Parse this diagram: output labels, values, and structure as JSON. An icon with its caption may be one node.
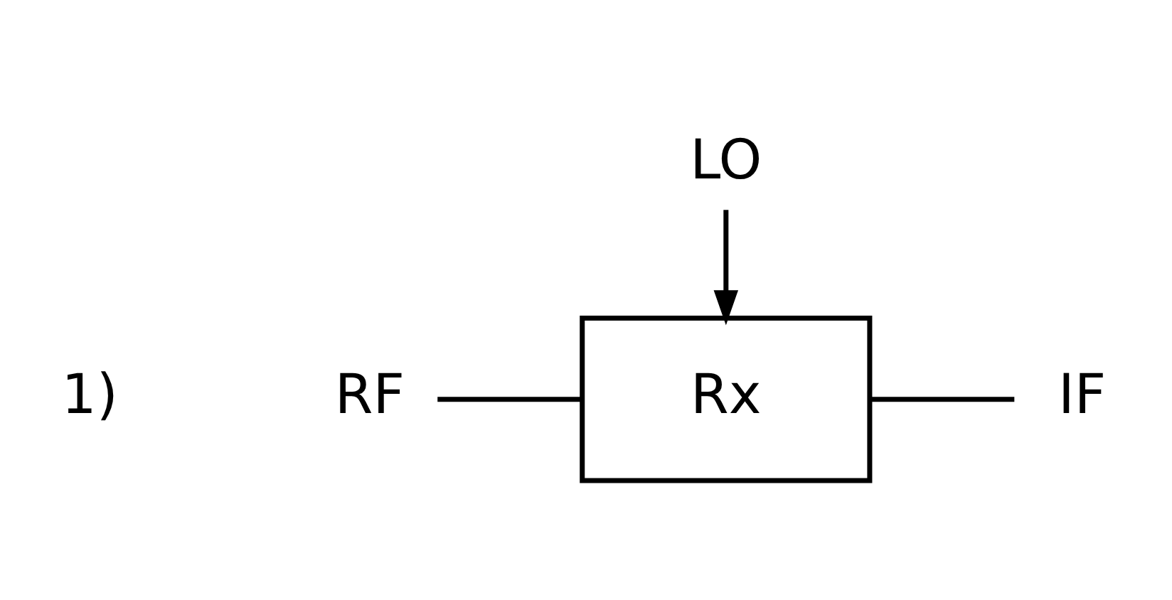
{
  "diagram": {
    "nodes": [
      {
        "text": [
          "RF"
        ]
      },
      {
        "text": [
          "Rx"
        ]
      },
      {
        "text": [
          "IF"
        ]
      },
      {
        "text": [
          "LO"
        ]
      }
    ],
    "edges": [
      {
        "from": 0,
        "to": 1,
        "arrow": "none"
      },
      {
        "from": 1,
        "to": 2,
        "arrow": "none"
      },
      {
        "from": 3,
        "to": 1,
        "arrow": "to"
      }
    ],
    "labels": [
      "1)"
    ]
  }
}
